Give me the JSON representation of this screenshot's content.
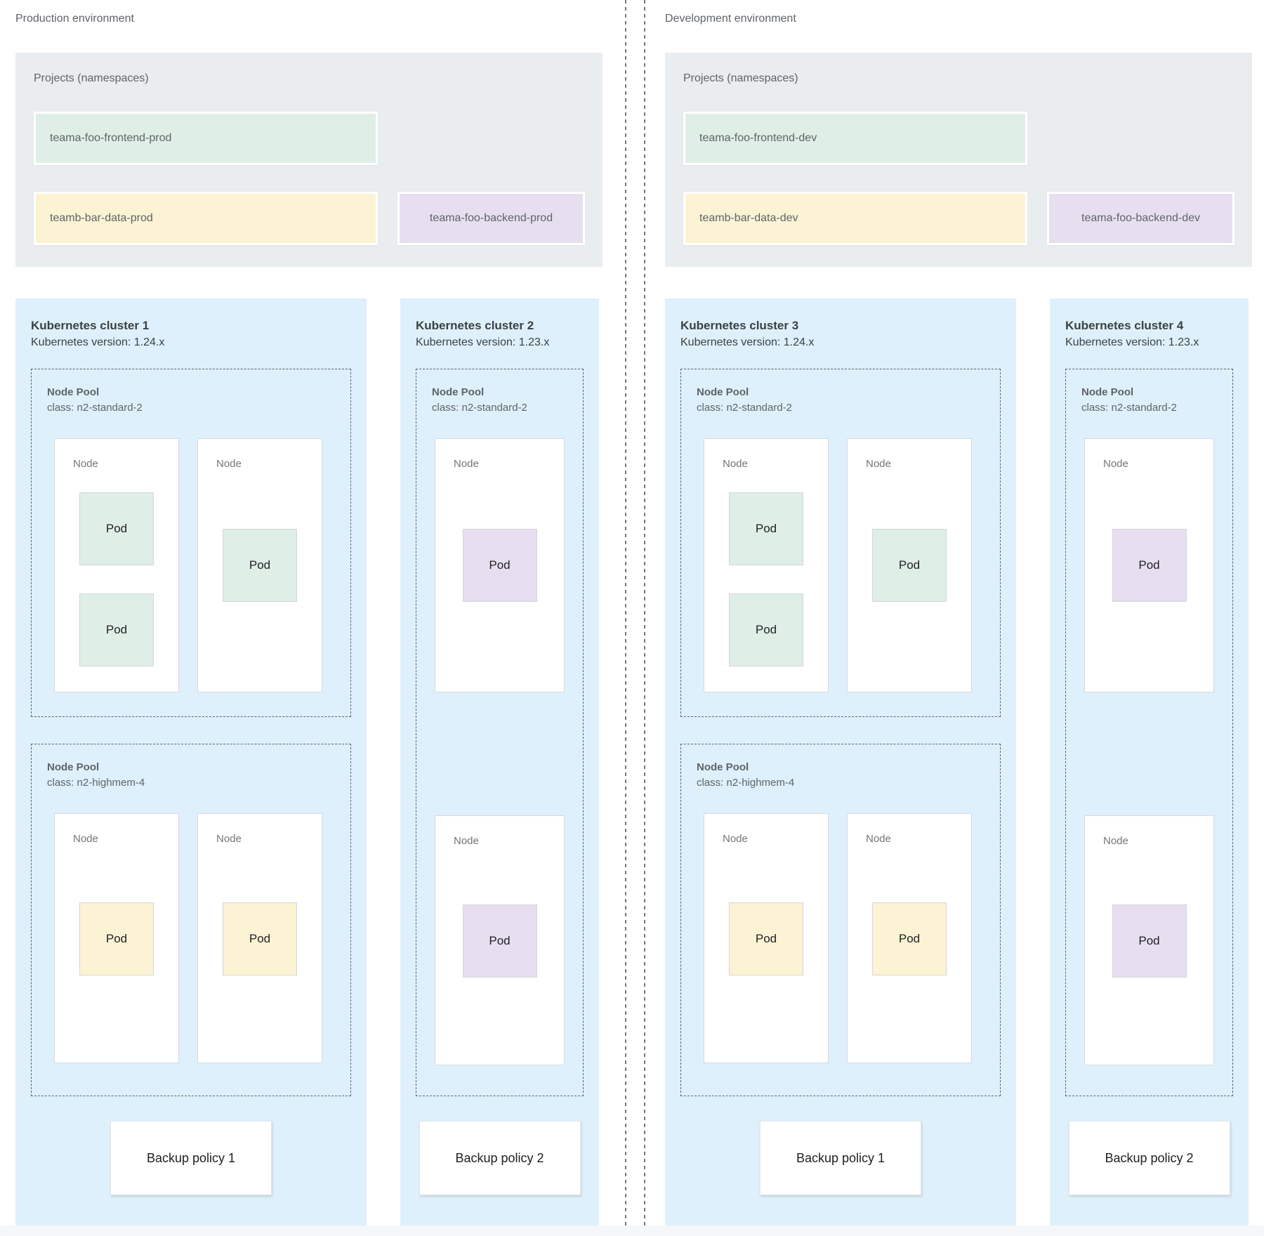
{
  "palette": {
    "project_frontend_green": "#dfeee6",
    "project_data_yellow": "#fcf3d4",
    "project_backend_purple": "#e7dff0",
    "cluster_blue": "#def0fb",
    "projects_gray": "#e9edef",
    "label_gray": "#5f6368"
  },
  "environments": [
    {
      "title": "Production environment",
      "projects": {
        "label": "Projects (namespaces)",
        "items": [
          {
            "name": "teama-foo-frontend-prod",
            "color": "green"
          },
          {
            "name": "teamb-bar-data-prod",
            "color": "yellow"
          },
          {
            "name": "teama-foo-backend-prod",
            "color": "purple"
          }
        ]
      },
      "clusters": [
        {
          "name": "Kubernetes cluster 1",
          "version": "Kubernetes version: 1.24.x",
          "backup_policy": "Backup policy 1",
          "node_pools": [
            {
              "label": "Node Pool",
              "class": "class: n2-standard-2",
              "nodes": [
                {
                  "label": "Node",
                  "pods": [
                    {
                      "label": "Pod",
                      "color": "green"
                    },
                    {
                      "label": "Pod",
                      "color": "green"
                    }
                  ]
                },
                {
                  "label": "Node",
                  "pods": [
                    {
                      "label": "Pod",
                      "color": "green"
                    }
                  ]
                }
              ]
            },
            {
              "label": "Node Pool",
              "class": "class: n2-highmem-4",
              "nodes": [
                {
                  "label": "Node",
                  "pods": [
                    {
                      "label": "Pod",
                      "color": "yellow"
                    }
                  ]
                },
                {
                  "label": "Node",
                  "pods": [
                    {
                      "label": "Pod",
                      "color": "yellow"
                    }
                  ]
                }
              ]
            }
          ]
        },
        {
          "name": "Kubernetes cluster 2",
          "version": "Kubernetes version: 1.23.x",
          "backup_policy": "Backup policy 2",
          "node_pools": [
            {
              "label": "Node Pool",
              "class": "class: n2-standard-2",
              "nodes": [
                {
                  "label": "Node",
                  "pods": [
                    {
                      "label": "Pod",
                      "color": "purple"
                    }
                  ]
                },
                {
                  "label": "Node",
                  "pods": [
                    {
                      "label": "Pod",
                      "color": "purple"
                    }
                  ]
                }
              ]
            }
          ]
        }
      ]
    },
    {
      "title": "Development environment",
      "projects": {
        "label": "Projects (namespaces)",
        "items": [
          {
            "name": "teama-foo-frontend-dev",
            "color": "green"
          },
          {
            "name": "teamb-bar-data-dev",
            "color": "yellow"
          },
          {
            "name": "teama-foo-backend-dev",
            "color": "purple"
          }
        ]
      },
      "clusters": [
        {
          "name": "Kubernetes cluster 3",
          "version": "Kubernetes version: 1.24.x",
          "backup_policy": "Backup policy 1",
          "node_pools": [
            {
              "label": "Node Pool",
              "class": "class: n2-standard-2",
              "nodes": [
                {
                  "label": "Node",
                  "pods": [
                    {
                      "label": "Pod",
                      "color": "green"
                    },
                    {
                      "label": "Pod",
                      "color": "green"
                    }
                  ]
                },
                {
                  "label": "Node",
                  "pods": [
                    {
                      "label": "Pod",
                      "color": "green"
                    }
                  ]
                }
              ]
            },
            {
              "label": "Node Pool",
              "class": "class: n2-highmem-4",
              "nodes": [
                {
                  "label": "Node",
                  "pods": [
                    {
                      "label": "Pod",
                      "color": "yellow"
                    }
                  ]
                },
                {
                  "label": "Node",
                  "pods": [
                    {
                      "label": "Pod",
                      "color": "yellow"
                    }
                  ]
                }
              ]
            }
          ]
        },
        {
          "name": "Kubernetes cluster 4",
          "version": "Kubernetes version: 1.23.x",
          "backup_policy": "Backup policy 2",
          "node_pools": [
            {
              "label": "Node Pool",
              "class": "class: n2-standard-2",
              "nodes": [
                {
                  "label": "Node",
                  "pods": [
                    {
                      "label": "Pod",
                      "color": "purple"
                    }
                  ]
                },
                {
                  "label": "Node",
                  "pods": [
                    {
                      "label": "Pod",
                      "color": "purple"
                    }
                  ]
                }
              ]
            }
          ]
        }
      ]
    }
  ]
}
